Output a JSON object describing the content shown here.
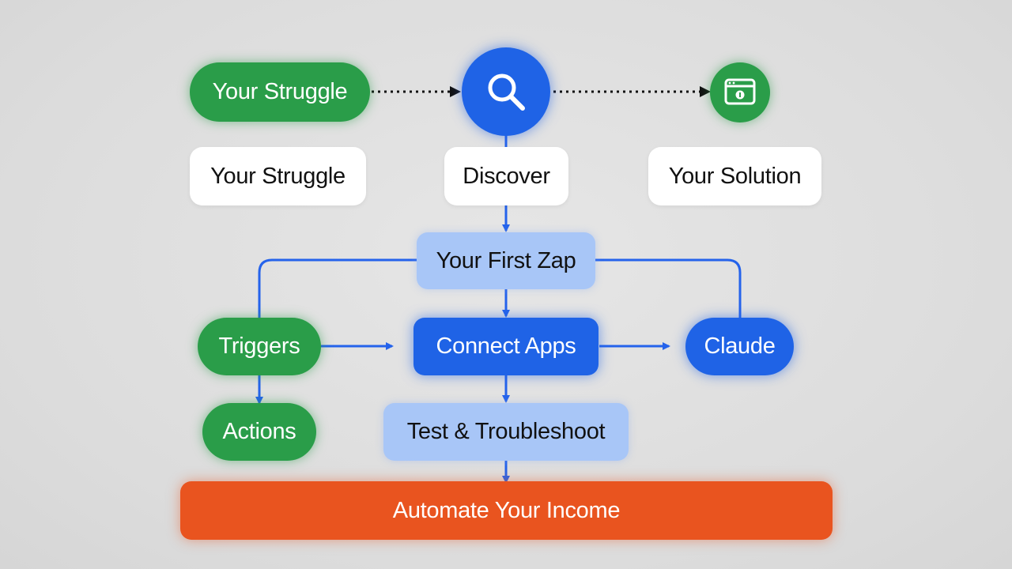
{
  "top_row": {
    "struggle_pill": "Your Struggle",
    "discover_icon": "search-icon",
    "solution_icon": "browser-window-icon"
  },
  "labels": {
    "struggle": "Your Struggle",
    "discover": "Discover",
    "solution": "Your Solution"
  },
  "flow": {
    "first_zap": "Your First Zap",
    "triggers": "Triggers",
    "actions": "Actions",
    "connect_apps": "Connect Apps",
    "claude": "Claude",
    "test": "Test & Troubleshoot",
    "automate": "Automate Your Income"
  },
  "colors": {
    "green": "#2a9d49",
    "blue": "#1f63e6",
    "light_blue": "#a8c6f7",
    "orange": "#e9541f",
    "connector_blue": "#2563eb",
    "connector_dark": "#111111"
  }
}
